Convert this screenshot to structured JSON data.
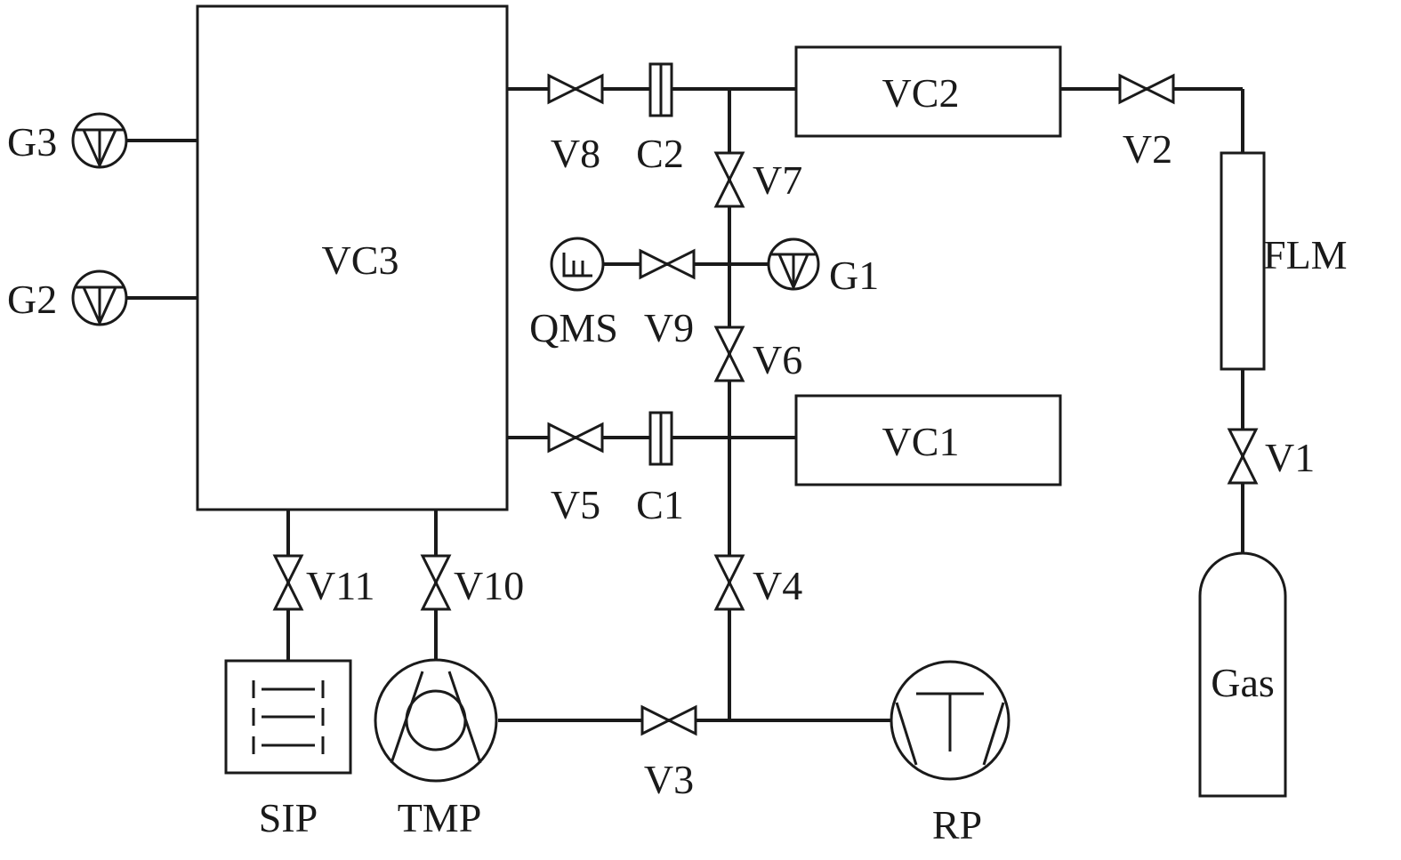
{
  "components": {
    "vc1": "VC1",
    "vc2": "VC2",
    "vc3": "VC3",
    "flm": "FLM",
    "gas": "Gas",
    "c1": "C1",
    "c2": "C2",
    "qms": "QMS",
    "sip": "SIP",
    "tmp": "TMP",
    "rp": "RP"
  },
  "gauges": {
    "g1": "G1",
    "g2": "G2",
    "g3": "G3"
  },
  "valves": {
    "v1": "V1",
    "v2": "V2",
    "v3": "V3",
    "v4": "V4",
    "v5": "V5",
    "v6": "V6",
    "v7": "V7",
    "v8": "V8",
    "v9": "V9",
    "v10": "V10",
    "v11": "V11"
  }
}
